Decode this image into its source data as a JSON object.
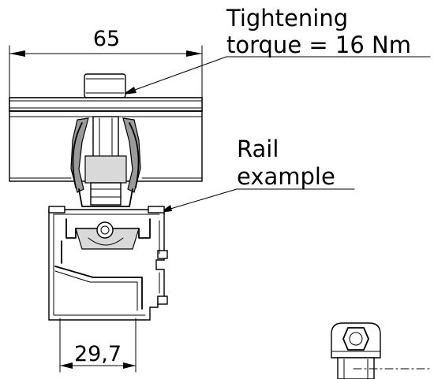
{
  "drawing": {
    "dimension_top": "65",
    "dimension_bottom": "29,7",
    "torque_note_line1": "Tightening",
    "torque_note_line2": "torque = 16 Nm",
    "rail_note_line1": "Rail",
    "rail_note_line2": "example",
    "line_color": "#000000",
    "fill_dark": "#9a9a9a",
    "fill_light": "#d9d9d9"
  }
}
